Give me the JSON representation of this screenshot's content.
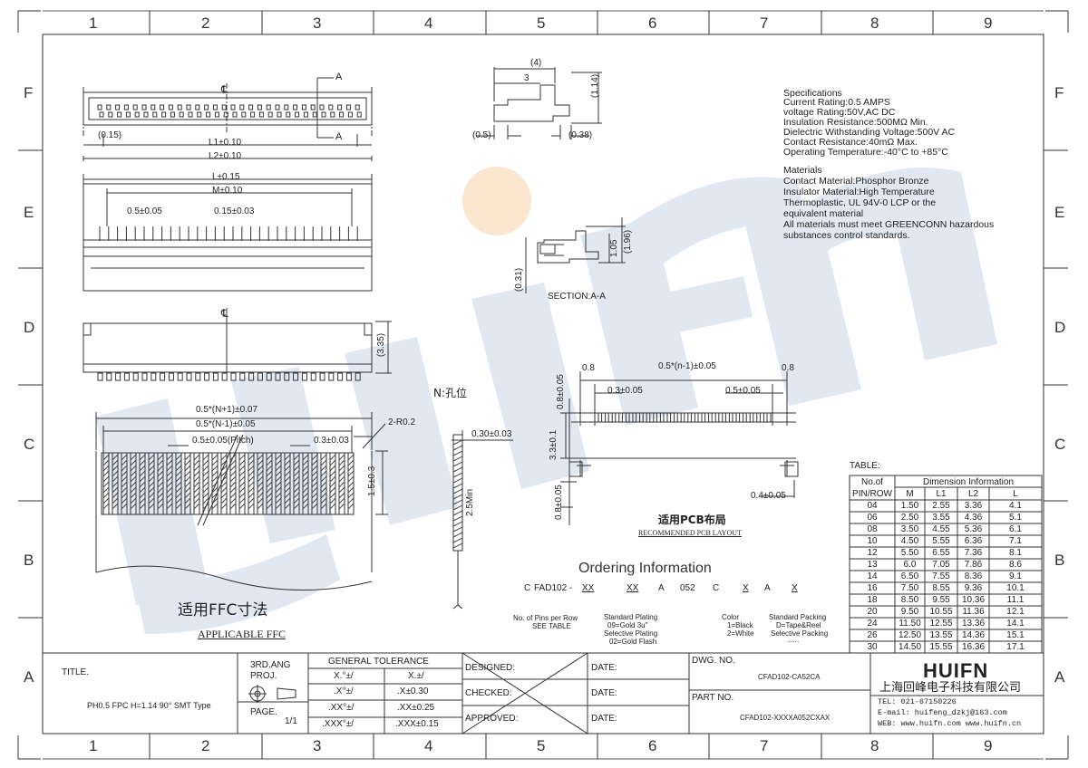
{
  "zones_columns": [
    "1",
    "2",
    "3",
    "4",
    "5",
    "6",
    "7",
    "8",
    "9"
  ],
  "zones_rows": [
    "F",
    "E",
    "D",
    "C",
    "B",
    "A"
  ],
  "top_view": {
    "center_mark": "℄",
    "section_a1": "A",
    "section_a2": "A",
    "dim_015": "(0.15)",
    "dim_l1": "L1±0.10",
    "dim_l2": "L2±0.10"
  },
  "front_view": {
    "dim_l": "L±0.15",
    "dim_m": "M±0.10",
    "dim_pitch": "0.5±0.05",
    "dim_pin": "0.15±0.03"
  },
  "rear_view": {
    "center_mark": "℄",
    "dim_h": "(3.35)"
  },
  "side_view": {
    "dim_4": "(4)",
    "dim_3": "3",
    "dim_114": "(1.14)",
    "dim_05": "(0.5)",
    "dim_038": "(0.38)"
  },
  "section_view": {
    "dim_196": "(1.96)",
    "dim_105": "1.05",
    "dim_031": "(0.31)",
    "label": "SECTION:A-A"
  },
  "specifications": {
    "heading": "Specifications",
    "lines": [
      "Current Rating:0.5 AMPS",
      "voltage Rating:50V,AC DC",
      "Insulation Resistance:500MΩ Min.",
      "Dielectric Withstanding Voltage:500V AC",
      "Contact Resistance:40mΩ Max.",
      "Operating Temperature:-40°C to +85°C"
    ],
    "materials_heading": "Materials",
    "materials": [
      "Contact Material:Phosphor Bronze",
      "Insulator Material:High Temperature",
      "Thermoplastic, UL 94V-0 LCP or the",
      "equivalent material",
      "All materials must meet GREENCONN hazardous",
      "substances control standards."
    ]
  },
  "ffc": {
    "dim_n1": "0.5*(N+1)±0.07",
    "dim_nm1": "0.5*(N-1)±0.05",
    "dim_pitch": "0.5±0.05(Pitch)",
    "dim_03": "0.3±0.03",
    "radius": "2-R0.2",
    "dim_15": "1.5±0.3",
    "title_cn": "适用FFC寸法",
    "title_en": "APPLICABLE FFC",
    "hole_label": "N:孔位",
    "dim_030": "0.30±0.03",
    "dim_25": "2.5Min"
  },
  "pcb": {
    "dim_08a": "0.8",
    "dim_08b": "0.8",
    "dim_n": "0.5*(n-1)±0.05",
    "dim_03": "0.3±0.05",
    "dim_05": "0.5±0.05",
    "dim_08v": "0.8±0.05",
    "dim_33": "3.3±0.1",
    "dim_08v2": "0.8±0.05",
    "dim_04": "0.4±0.05",
    "title_cn": "适用PCB布局",
    "title_en": "RECOMMENDED PCB LAYOUT"
  },
  "ordering": {
    "title": "Ordering Information",
    "code": [
      "C",
      "FAD102 -",
      "XX",
      "XX",
      "A",
      "052",
      "C",
      "X",
      "A",
      "X"
    ],
    "note_pins": "No. of Pins per Row",
    "note_pins2": "SEE TABLE",
    "note_plating": [
      "Standard Plating",
      "09=Gold 3u\"",
      "Selective Plating",
      "02=Gold Flash"
    ],
    "note_color": [
      "Color",
      "1=Black",
      "2=White"
    ],
    "note_pack": [
      "Standard Packing",
      "D=Tape&Reel",
      "Selective Packing",
      "......"
    ]
  },
  "table": {
    "label": "TABLE:",
    "head1": [
      "No.of",
      "PIN/ROW"
    ],
    "head_group": "Dimension Information",
    "columns": [
      "M",
      "L1",
      "L2",
      "L"
    ],
    "rows": [
      [
        "04",
        "1.50",
        "2.55",
        "3.36",
        "4.1"
      ],
      [
        "06",
        "2.50",
        "3.55",
        "4.36",
        "5.1"
      ],
      [
        "08",
        "3.50",
        "4.55",
        "5.36",
        "6.1"
      ],
      [
        "10",
        "4.50",
        "5.55",
        "6.36",
        "7.1"
      ],
      [
        "12",
        "5.50",
        "6.55",
        "7.36",
        "8.1"
      ],
      [
        "13",
        "6.0",
        "7.05",
        "7.86",
        "8.6"
      ],
      [
        "14",
        "6.50",
        "7.55",
        "8.36",
        "9.1"
      ],
      [
        "16",
        "7.50",
        "8.55",
        "9.36",
        "10.1"
      ],
      [
        "18",
        "8.50",
        "9.55",
        "10.36",
        "11.1"
      ],
      [
        "20",
        "9.50",
        "10.55",
        "11.36",
        "12.1"
      ],
      [
        "24",
        "11.50",
        "12.55",
        "13.36",
        "14.1"
      ],
      [
        "26",
        "12.50",
        "13.55",
        "14.36",
        "15.1"
      ],
      [
        "30",
        "14.50",
        "15.55",
        "16.36",
        "17.1"
      ]
    ]
  },
  "title_block": {
    "title_label": "TITLE.",
    "title_value": "PH0.5 FPC H=1.14 90° SMT Type",
    "angle": "3RD.ANG",
    "proj": "PROJ.",
    "page_label": "PAGE.",
    "page_value": "1/1",
    "tolerance_head": "GENERAL TOLERANCE",
    "tol": [
      [
        "X.°±/",
        "X.±/"
      ],
      [
        ".X°±/",
        ".X±0.30"
      ],
      [
        ".XX°±/",
        ".XX±0.25"
      ],
      [
        ".XXX°±/",
        ".XXX±0.15"
      ]
    ],
    "designed": "DESIGNED:",
    "checked": "CHECKED:",
    "approved": "APPROVED:",
    "date": "DATE:",
    "dwg_label": "DWG. NO.",
    "dwg_value": "CFAD102-CA52CA",
    "part_label": "PART NO.",
    "part_value": "CFAD102-XXXXA052CXAX",
    "logo": "HUIFN",
    "company": "上海回峰电子科技有限公司",
    "tel": "TEL: 021-67150226",
    "email": "E-mail: huifeng_dzkj@163.com",
    "web": "WEB: www.huifn.com  www.huifn.cn"
  },
  "watermark": "HUIFN",
  "colors": {
    "line": "#222222",
    "watermark_blue": "#dfe6f1",
    "watermark_orange": "#f9e2c8"
  }
}
